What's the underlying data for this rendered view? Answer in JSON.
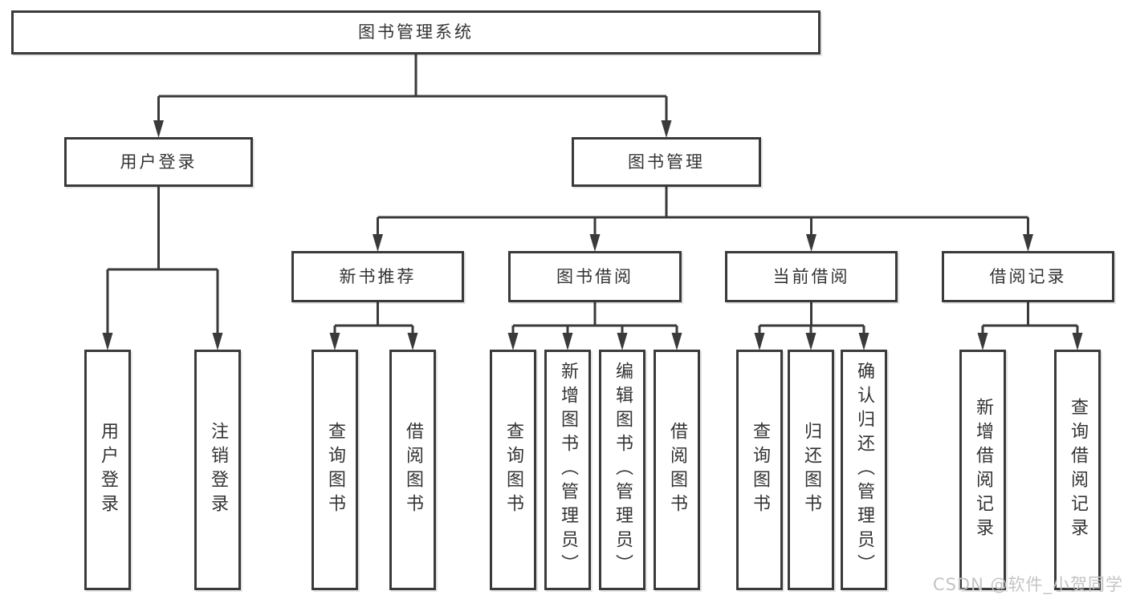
{
  "watermark": "CSDN @软件_小贺同学",
  "colors": {
    "line": "#3a3a3a",
    "box_border": "#3a3a3a",
    "box_fill": "#ffffff",
    "text": "#333333",
    "watermark": "#c4c4c4",
    "background": "#ffffff"
  },
  "nodes": {
    "root": {
      "label": "图书管理系统"
    },
    "user-login": {
      "label": "用户登录"
    },
    "book-mgmt": {
      "label": "图书管理"
    },
    "new-book-rec": {
      "label": "新书推荐"
    },
    "book-borrow": {
      "label": "图书借阅"
    },
    "current-borrow": {
      "label": "当前借阅"
    },
    "borrow-record": {
      "label": "借阅记录"
    },
    "leaf-user-login": {
      "label": "用户登录"
    },
    "leaf-logout": {
      "label": "注销登录"
    },
    "leaf-rec-query": {
      "label": "查询图书"
    },
    "leaf-rec-borrow": {
      "label": "借阅图书"
    },
    "leaf-bb-query": {
      "label": "查询图书"
    },
    "leaf-bb-add": {
      "label": "新增图书（管理员）"
    },
    "leaf-bb-edit": {
      "label": "编辑图书（管理员）"
    },
    "leaf-bb-borrow": {
      "label": "借阅图书"
    },
    "leaf-cb-query": {
      "label": "查询图书"
    },
    "leaf-cb-return": {
      "label": "归还图书"
    },
    "leaf-cb-confirm": {
      "label": "确认归还（管理员）"
    },
    "leaf-br-add": {
      "label": "新增借阅记录"
    },
    "leaf-br-query": {
      "label": "查询借阅记录"
    }
  },
  "hierarchy": [
    {
      "parent": "root",
      "children": [
        "user-login",
        "book-mgmt"
      ]
    },
    {
      "parent": "user-login",
      "children": [
        "leaf-user-login",
        "leaf-logout"
      ]
    },
    {
      "parent": "book-mgmt",
      "children": [
        "new-book-rec",
        "book-borrow",
        "current-borrow",
        "borrow-record"
      ]
    },
    {
      "parent": "new-book-rec",
      "children": [
        "leaf-rec-query",
        "leaf-rec-borrow"
      ]
    },
    {
      "parent": "book-borrow",
      "children": [
        "leaf-bb-query",
        "leaf-bb-add",
        "leaf-bb-edit",
        "leaf-bb-borrow"
      ]
    },
    {
      "parent": "current-borrow",
      "children": [
        "leaf-cb-query",
        "leaf-cb-return",
        "leaf-cb-confirm"
      ]
    },
    {
      "parent": "borrow-record",
      "children": [
        "leaf-br-add",
        "leaf-br-query"
      ]
    }
  ]
}
